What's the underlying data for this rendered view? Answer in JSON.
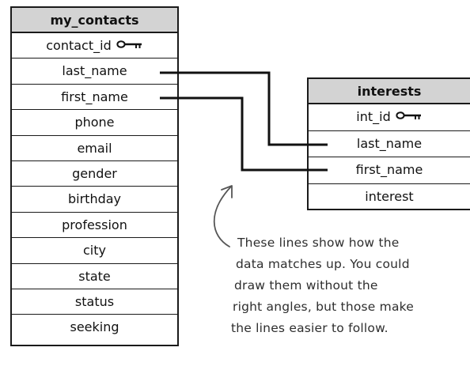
{
  "tables": {
    "my_contacts": {
      "title": "my_contacts",
      "rows": [
        "contact_id",
        "last_name",
        "first_name",
        "phone",
        "email",
        "gender",
        "birthday",
        "profession",
        "city",
        "state",
        "status",
        "seeking"
      ]
    },
    "interests": {
      "title": "interests",
      "rows": [
        "int_id",
        "last_name",
        "first_name",
        "interest"
      ]
    }
  },
  "annotation": {
    "lines": [
      "These lines show how the",
      "data matches up. You could",
      "draw them without the",
      "right angles, but those make",
      "the lines easier to follow."
    ]
  },
  "colors": {
    "header_bg": "#d3d3d3",
    "border": "#1a1a1a",
    "note": "#2e2e2e"
  },
  "icons": {
    "primary_key": "key-icon"
  }
}
